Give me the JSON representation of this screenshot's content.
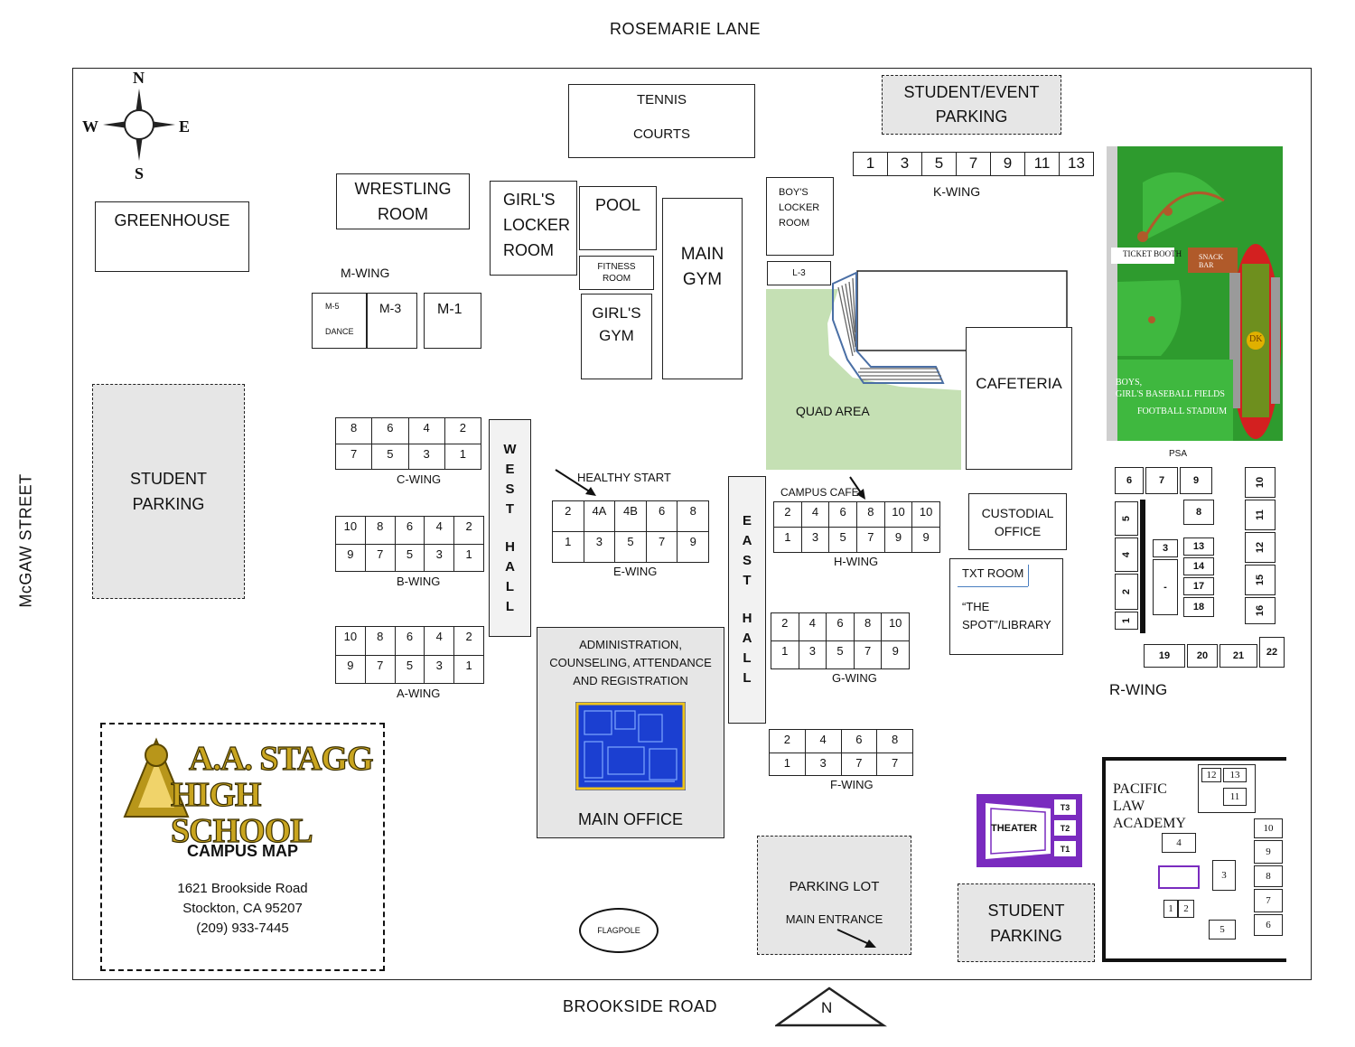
{
  "streets": {
    "north": "ROSEMARIE LANE",
    "south": "BROOKSIDE ROAD",
    "west": "McGAW STREET"
  },
  "compass": {
    "n": "N",
    "s": "S",
    "e": "E",
    "w": "W",
    "arrow_n": "N"
  },
  "buildings": {
    "greenhouse": "GREENHOUSE",
    "wrestling_1": "WRESTLING",
    "wrestling_2": "ROOM",
    "girls_locker_1": "GIRL'S",
    "girls_locker_2": "LOCKER",
    "girls_locker_3": "ROOM",
    "pool": "POOL",
    "fitness_1": "FITNESS",
    "fitness_2": "ROOM",
    "girls_gym_1": "GIRL'S",
    "girls_gym_2": "GYM",
    "main_gym_1": "MAIN",
    "main_gym_2": "GYM",
    "tennis_1": "TENNIS",
    "tennis_2": "COURTS",
    "event_parking_1": "STUDENT/EVENT",
    "event_parking_2": "PARKING",
    "boys_locker_1": "BOY'S",
    "boys_locker_2": "LOCKER",
    "boys_locker_3": "ROOM",
    "l3": "L-3",
    "cafeteria": "CAFETERIA",
    "quad": "QUAD AREA",
    "student_parking_w_1": "STUDENT",
    "student_parking_w_2": "PARKING",
    "m_wing": "M-WING",
    "m5": "M-5",
    "dance": "DANCE",
    "m3": "M-3",
    "m1": "M-1",
    "admin_1": "ADMINISTRATION,",
    "admin_2": "COUNSELING, ATTENDANCE",
    "admin_3": "AND REGISTRATION",
    "main_office": "MAIN OFFICE",
    "healthy_start": "HEALTHY START",
    "campus_cafe": "CAMPUS CAFE",
    "custodial_1": "CUSTODIAL",
    "custodial_2": "OFFICE",
    "txt_room": "TXT ROOM",
    "library_1": "“THE",
    "library_2": "SPOT”/LIBRARY",
    "parking_lot_1": "PARKING LOT",
    "parking_lot_2": "MAIN ENTRANCE",
    "flagpole": "FLAGPOLE",
    "student_parking_s_1": "STUDENT",
    "student_parking_s_2": "PARKING",
    "theater": "THEATER",
    "t3": "T3",
    "t2": "T2",
    "t1": "T1",
    "pla_1": "PACIFIC",
    "pla_2": "LAW",
    "pla_3": "ACADEMY",
    "k_wing": "K-WING",
    "r_wing": "R-WING",
    "psa": "PSA",
    "ticket_booth": "TICKET BOOTH",
    "snack_bar": "SNACK BAR",
    "fields_1": "BOYS,",
    "fields_2": "GIRL'S BASEBALL FIELDS",
    "fields_3": "FOOTBALL STADIUM",
    "dk": "DK"
  },
  "halls": {
    "west": [
      "W",
      "E",
      "S",
      "T",
      "",
      "H",
      "A",
      "L",
      "L"
    ],
    "east": [
      "E",
      "A",
      "S",
      "T",
      "",
      "H",
      "A",
      "L",
      "L"
    ]
  },
  "wings": {
    "c": {
      "name": "C-WING",
      "top": [
        "8",
        "6",
        "4",
        "2"
      ],
      "bottom": [
        "7",
        "5",
        "3",
        "1"
      ]
    },
    "b": {
      "name": "B-WING",
      "top": [
        "10",
        "8",
        "6",
        "4",
        "2"
      ],
      "bottom": [
        "9",
        "7",
        "5",
        "3",
        "1"
      ]
    },
    "a": {
      "name": "A-WING",
      "top": [
        "10",
        "8",
        "6",
        "4",
        "2"
      ],
      "bottom": [
        "9",
        "7",
        "5",
        "3",
        "1"
      ]
    },
    "e": {
      "name": "E-WING",
      "top": [
        "2",
        "4A",
        "4B",
        "6",
        "8"
      ],
      "bottom": [
        "1",
        "3",
        "5",
        "7",
        "9"
      ]
    },
    "h": {
      "name": "H-WING",
      "top": [
        "2",
        "4",
        "6",
        "8",
        "10",
        "10"
      ],
      "bottom": [
        "1",
        "3",
        "5",
        "7",
        "9",
        "9"
      ]
    },
    "g": {
      "name": "G-WING",
      "top": [
        "2",
        "4",
        "6",
        "8",
        "10"
      ],
      "bottom": [
        "1",
        "3",
        "5",
        "7",
        "9"
      ]
    },
    "f": {
      "name": "F-WING",
      "top": [
        "2",
        "4",
        "6",
        "8"
      ],
      "bottom": [
        "1",
        "3",
        "7",
        "7"
      ]
    },
    "k": {
      "rooms": [
        "1",
        "3",
        "5",
        "7",
        "9",
        "11",
        "13"
      ]
    }
  },
  "r_wing_rooms": [
    "6",
    "7",
    "9",
    "5",
    "4",
    "2",
    "1",
    "8",
    "3",
    "13",
    "14",
    "-",
    "17",
    "18",
    "10",
    "11",
    "12",
    "15",
    "16",
    "19",
    "20",
    "21",
    "22"
  ],
  "pla_rooms": [
    "12",
    "13",
    "11",
    "10",
    "9",
    "8",
    "7",
    "6",
    "4",
    "3",
    "1",
    "2",
    "5"
  ],
  "campus_card": {
    "logo_1": "A.A. STAGG",
    "logo_2": "HIGH SCHOOL",
    "title": "CAMPUS MAP",
    "address_1": "1621 Brookside Road",
    "address_2": "Stockton, CA 95207",
    "phone": "(209) 933-7445"
  },
  "colors": {
    "quad": "#c5e0b4",
    "field": "#2e9b2e",
    "stadium": "#d32020",
    "theater": "#7a2bbf",
    "office_plan": "#1b3fd1"
  }
}
